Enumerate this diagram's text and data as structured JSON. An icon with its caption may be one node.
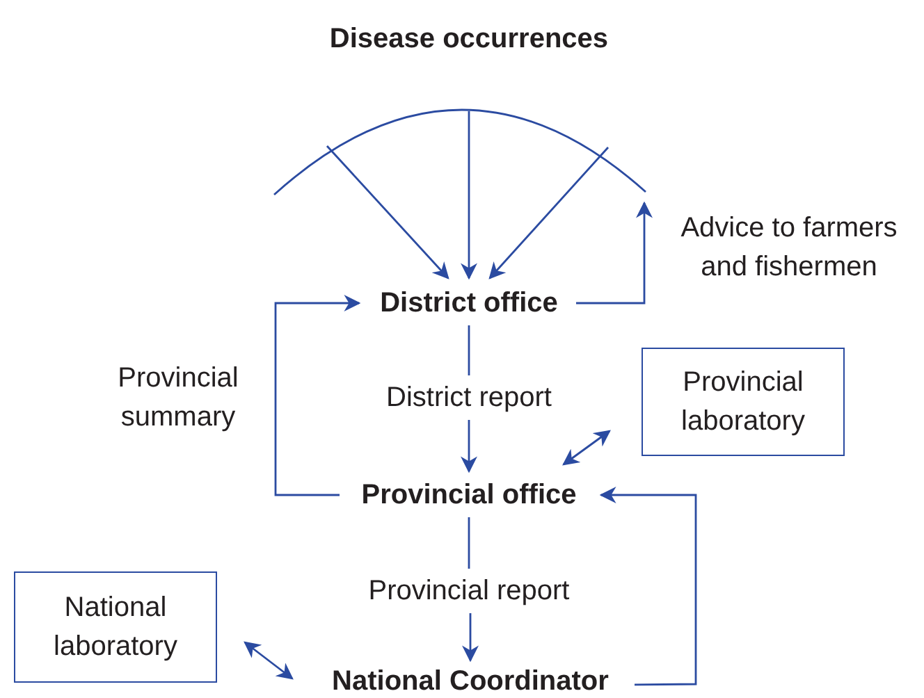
{
  "diagram": {
    "title": "Disease occurrences",
    "nodes": [
      {
        "text": [],
        "shape": "arc"
      },
      {
        "text": [
          "District office"
        ]
      },
      {
        "text": [
          "Provincial office"
        ]
      },
      {
        "text": [
          "National Coordinator"
        ]
      },
      {
        "text": [
          "Provincial laboratory"
        ]
      },
      {
        "text": [
          "National laboratory"
        ]
      }
    ],
    "edges": [
      {
        "from": 0,
        "to": 1,
        "arrow": "to"
      },
      {
        "from": 0,
        "to": 1,
        "arrow": "to"
      },
      {
        "from": 0,
        "to": 1,
        "arrow": "to"
      },
      {
        "from": 1,
        "to": 0,
        "arrow": "to",
        "label": "Advice to farmers and fishermen"
      },
      {
        "from": 2,
        "to": 1,
        "arrow": "to",
        "label": "Provincial summary"
      },
      {
        "from": 1,
        "to": 2,
        "arrow": "to",
        "label": "District report"
      },
      {
        "from": 2,
        "to": 3,
        "arrow": "to",
        "label": "Provincial report"
      },
      {
        "from": 3,
        "to": 2,
        "arrow": "to"
      },
      {
        "from": 2,
        "to": 4,
        "arrow": "both"
      },
      {
        "from": 5,
        "to": 3,
        "arrow": "both"
      }
    ]
  }
}
